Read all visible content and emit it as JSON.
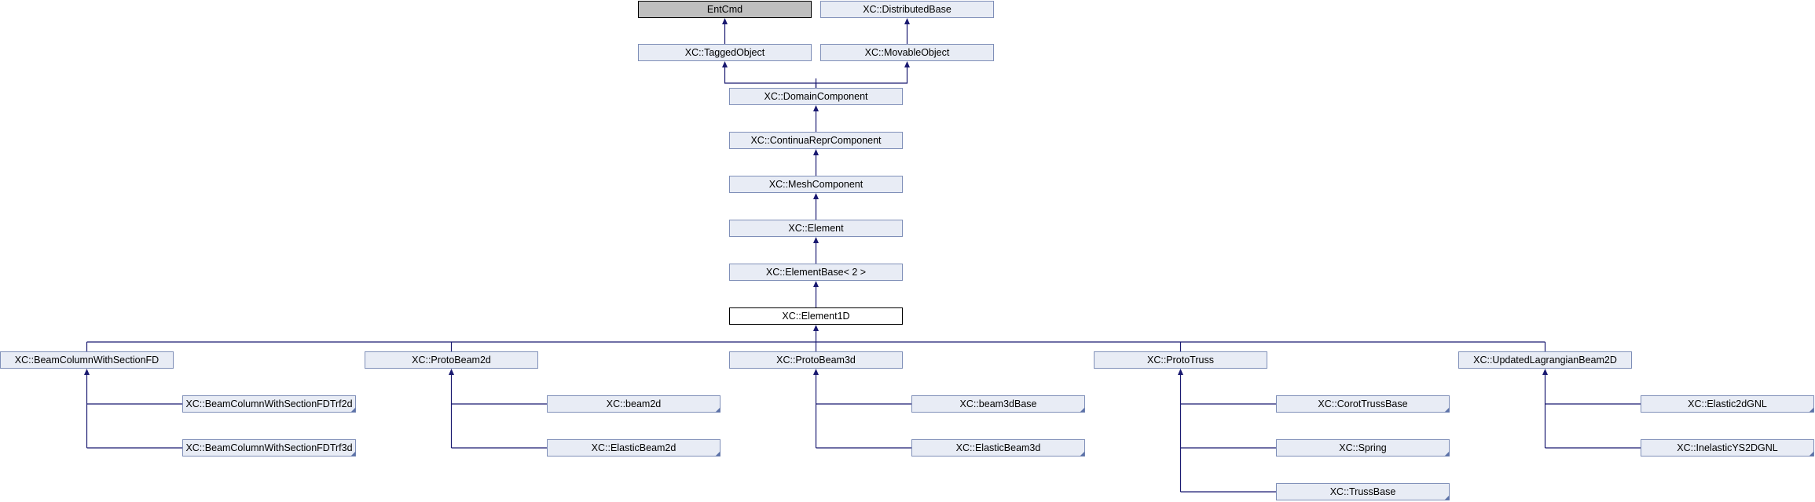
{
  "nodes": [
    {
      "id": "entcmd",
      "label": "EntCmd",
      "kind": "external"
    },
    {
      "id": "distributedbase",
      "label": "XC::DistributedBase",
      "kind": "normal"
    },
    {
      "id": "taggedobject",
      "label": "XC::TaggedObject",
      "kind": "normal"
    },
    {
      "id": "movableobject",
      "label": "XC::MovableObject",
      "kind": "normal"
    },
    {
      "id": "domaincomponent",
      "label": "XC::DomainComponent",
      "kind": "normal"
    },
    {
      "id": "continuareprcomponent",
      "label": "XC::ContinuaReprComponent",
      "kind": "normal"
    },
    {
      "id": "meshcomponent",
      "label": "XC::MeshComponent",
      "kind": "normal"
    },
    {
      "id": "element",
      "label": "XC::Element",
      "kind": "normal"
    },
    {
      "id": "elementbase2",
      "label": "XC::ElementBase< 2 >",
      "kind": "normal"
    },
    {
      "id": "element1d",
      "label": "XC::Element1D",
      "kind": "focus"
    },
    {
      "id": "beamcolumnwithsectionfd",
      "label": "XC::BeamColumnWithSectionFD",
      "kind": "normal"
    },
    {
      "id": "protobeam2d",
      "label": "XC::ProtoBeam2d",
      "kind": "normal"
    },
    {
      "id": "protobeam3d",
      "label": "XC::ProtoBeam3d",
      "kind": "normal"
    },
    {
      "id": "prototruss",
      "label": "XC::ProtoTruss",
      "kind": "normal"
    },
    {
      "id": "updatedlagrangianbeam2d",
      "label": "XC::UpdatedLagrangianBeam2D",
      "kind": "normal"
    },
    {
      "id": "bcwsfdtrf2d",
      "label": "XC::BeamColumnWithSectionFDTrf2d",
      "kind": "truncated"
    },
    {
      "id": "bcwsfdtrf3d",
      "label": "XC::BeamColumnWithSectionFDTrf3d",
      "kind": "truncated"
    },
    {
      "id": "beam2d",
      "label": "XC::beam2d",
      "kind": "truncated"
    },
    {
      "id": "elasticbeam2d",
      "label": "XC::ElasticBeam2d",
      "kind": "truncated"
    },
    {
      "id": "beam3dbase",
      "label": "XC::beam3dBase",
      "kind": "truncated"
    },
    {
      "id": "elasticbeam3d",
      "label": "XC::ElasticBeam3d",
      "kind": "truncated"
    },
    {
      "id": "corottrussbase",
      "label": "XC::CorotTrussBase",
      "kind": "truncated"
    },
    {
      "id": "spring",
      "label": "XC::Spring",
      "kind": "truncated"
    },
    {
      "id": "trussbase",
      "label": "XC::TrussBase",
      "kind": "truncated"
    },
    {
      "id": "elastic2dgnl",
      "label": "XC::Elastic2dGNL",
      "kind": "truncated"
    },
    {
      "id": "inelasticys2dgnl",
      "label": "XC::InelasticYS2DGNL",
      "kind": "truncated"
    }
  ],
  "edges": [
    {
      "from": "taggedobject",
      "to": "entcmd"
    },
    {
      "from": "movableobject",
      "to": "distributedbase"
    },
    {
      "from": "domaincomponent",
      "to": "taggedobject"
    },
    {
      "from": "domaincomponent",
      "to": "movableobject"
    },
    {
      "from": "continuareprcomponent",
      "to": "domaincomponent"
    },
    {
      "from": "meshcomponent",
      "to": "continuareprcomponent"
    },
    {
      "from": "element",
      "to": "meshcomponent"
    },
    {
      "from": "elementbase2",
      "to": "element"
    },
    {
      "from": "element1d",
      "to": "elementbase2"
    },
    {
      "from": "beamcolumnwithsectionfd",
      "to": "element1d"
    },
    {
      "from": "protobeam2d",
      "to": "element1d"
    },
    {
      "from": "protobeam3d",
      "to": "element1d"
    },
    {
      "from": "prototruss",
      "to": "element1d"
    },
    {
      "from": "updatedlagrangianbeam2d",
      "to": "element1d"
    },
    {
      "from": "bcwsfdtrf2d",
      "to": "beamcolumnwithsectionfd"
    },
    {
      "from": "bcwsfdtrf3d",
      "to": "beamcolumnwithsectionfd"
    },
    {
      "from": "beam2d",
      "to": "protobeam2d"
    },
    {
      "from": "elasticbeam2d",
      "to": "protobeam2d"
    },
    {
      "from": "beam3dbase",
      "to": "protobeam3d"
    },
    {
      "from": "elasticbeam3d",
      "to": "protobeam3d"
    },
    {
      "from": "corottrussbase",
      "to": "prototruss"
    },
    {
      "from": "spring",
      "to": "prototruss"
    },
    {
      "from": "trussbase",
      "to": "prototruss"
    },
    {
      "from": "elastic2dgnl",
      "to": "updatedlagrangianbeam2d"
    },
    {
      "from": "inelasticys2dgnl",
      "to": "updatedlagrangianbeam2d"
    }
  ]
}
